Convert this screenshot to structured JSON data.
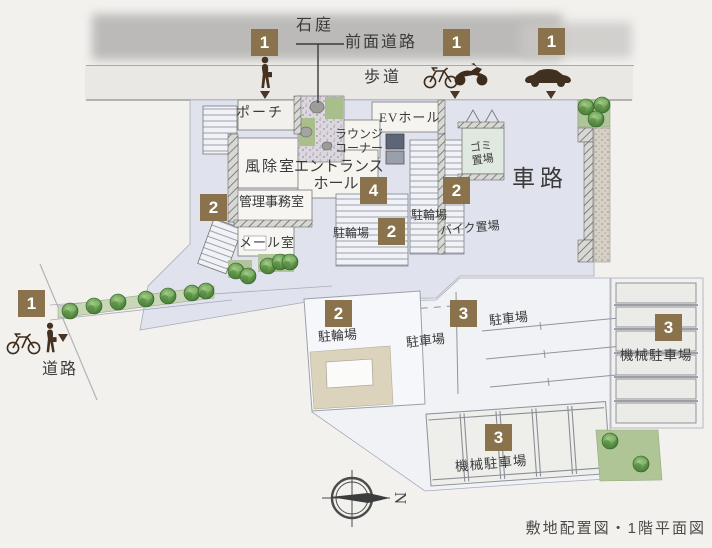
{
  "caption": "敷地配置図・1階平面図",
  "labels": {
    "rock_garden": "石庭",
    "front_road": "前面道路",
    "sidewalk": "歩道",
    "porch": "ポーチ",
    "ev_hall": "EVホール",
    "lounge_line1": "ラウンジ",
    "lounge_line2": "コーナー",
    "windbreak_room": "風除室",
    "entrance_line1": "エントランス",
    "entrance_line2": "ホール",
    "management_office": "管理事務室",
    "mail_room": "メール室",
    "garbage_line1": "ゴミ",
    "garbage_line2": "置場",
    "driveway": "車路",
    "bicycle_parking_center": "駐輪場",
    "bicycle_parking_right": "駐輪場",
    "motorcycle_parking": "バイク置場",
    "bicycle_parking_south": "駐輪場",
    "car_parking_west": "駐車場",
    "car_parking_east": "駐車場",
    "mechanical_parking_east": "機械駐車場",
    "mechanical_parking_south": "機械駐車場",
    "road_south": "道路",
    "north_letter": "N"
  },
  "markers": {
    "front_walk": "1",
    "front_cycle": "1",
    "front_car": "1",
    "office_side": "2",
    "entrance_hall": "4",
    "bike_area_right": "2",
    "rack_center": "2",
    "south_road": "1",
    "bicycle_south": "2",
    "car_parking": "3",
    "mech_east": "3",
    "mech_south": "3"
  },
  "icons": {
    "pedestrian": "person-silhouette",
    "bicycle": "bicycle-silhouette",
    "motorcycle": "motorcycle-silhouette",
    "car": "car-silhouette",
    "compass": "compass-rose",
    "direction_marker": "triangle-down"
  },
  "colors": {
    "marker_brown": "#8a734c",
    "icon_brown": "#45311f",
    "site_fill": "#e0e3ee",
    "greenery": "#5d9448",
    "paving_tan": "#dcd3bd",
    "road_gray": "#b2b1af"
  }
}
